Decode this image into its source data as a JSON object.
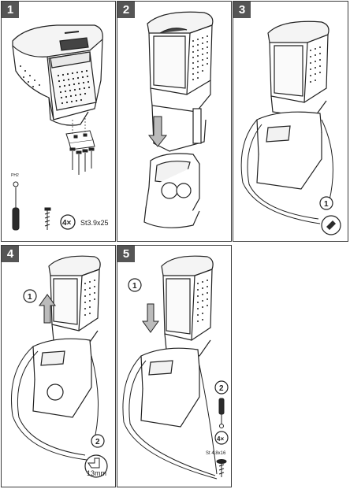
{
  "steps": [
    {
      "number": "1"
    },
    {
      "number": "2"
    },
    {
      "number": "3"
    },
    {
      "number": "4"
    },
    {
      "number": "5"
    }
  ],
  "step1": {
    "tool_label": "PH2",
    "screw_count": "4×",
    "screw_spec": "St3.9x25"
  },
  "step3": {
    "callout_1": "1"
  },
  "step4": {
    "callout_1": "1",
    "callout_2": "2",
    "size_label": "13mm"
  },
  "step5": {
    "callout_1": "1",
    "callout_2": "2",
    "screw_count": "4×",
    "screw_spec": "St 4,8x16"
  },
  "colors": {
    "badge": "#555555",
    "line": "#222222",
    "panel_border": "#3a3a3a",
    "dark_fill": "#2b2b2b"
  }
}
